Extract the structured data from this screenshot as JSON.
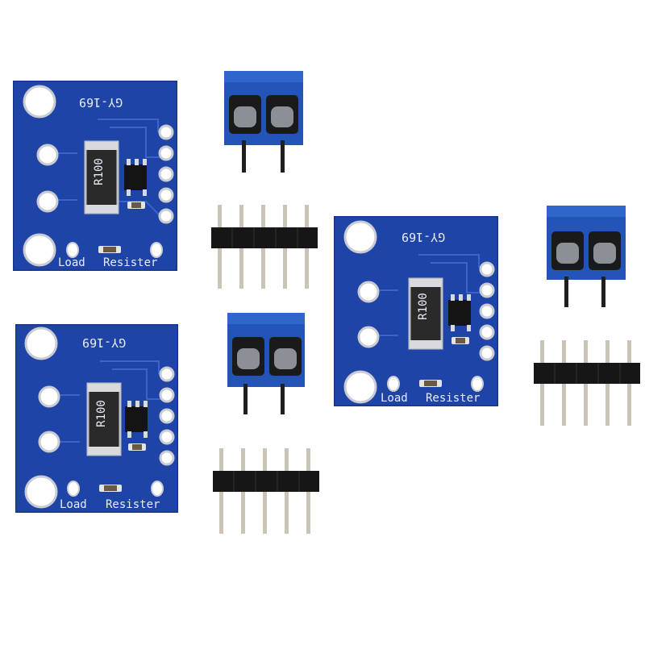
{
  "colors": {
    "pcb_blue": "#1f44a8",
    "pcb_blue_dark": "#173488",
    "trace_blue": "#3a64c9",
    "silk": "#e8eef8",
    "pad_silver": "#c9ccd2",
    "terminal_blue": "#2355b8",
    "pin_gold": "#c9c4b6",
    "header_black": "#161616"
  },
  "board": {
    "model_label": "GY-169",
    "resistor_marking": "R100",
    "label_load": "Load",
    "label_resister": "Resister"
  },
  "parts": {
    "boards_count": 3,
    "terminal_blocks_count": 3,
    "pin_headers_count": 3,
    "pins_per_header": 5,
    "terminals_per_block": 2
  }
}
